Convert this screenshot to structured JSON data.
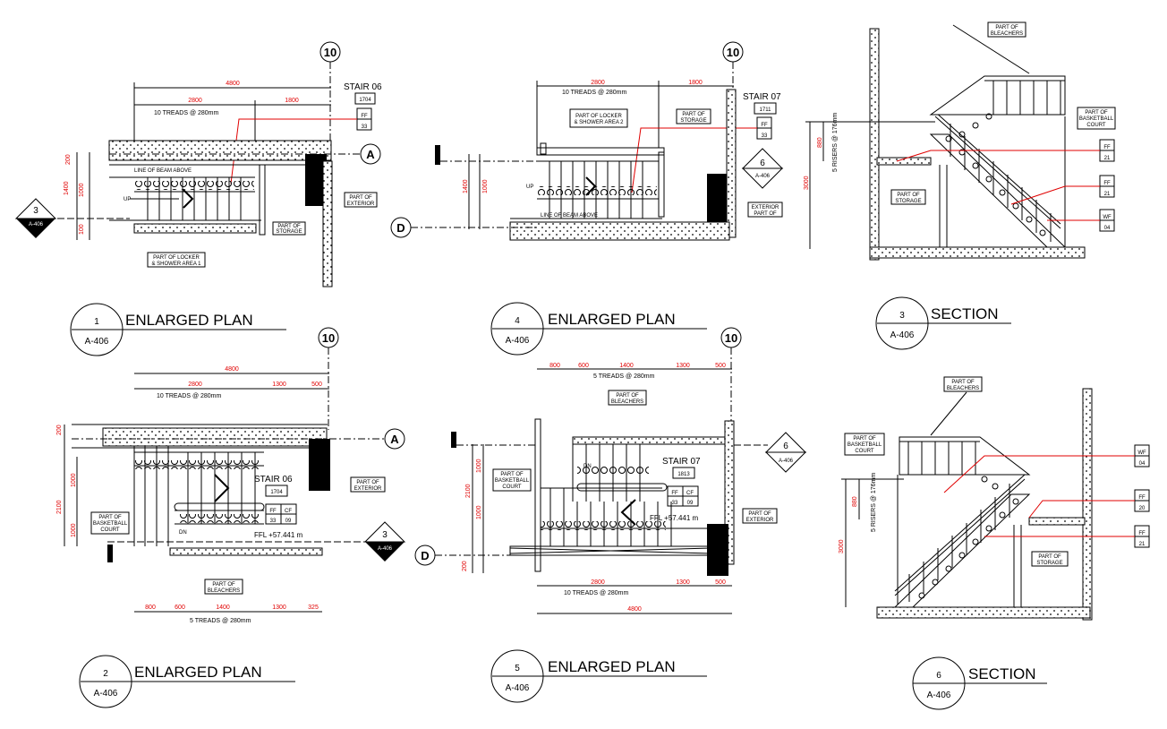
{
  "sheet": "A-406",
  "grid_markers": {
    "col_10": "10",
    "row_a": "A",
    "row_d": "D"
  },
  "panels": [
    {
      "id": "p1",
      "number": "1",
      "sheet": "A-406",
      "title": "ENLARGED PLAN"
    },
    {
      "id": "p4",
      "number": "4",
      "sheet": "A-406",
      "title": "ENLARGED PLAN"
    },
    {
      "id": "p3",
      "number": "3",
      "sheet": "A-406",
      "title": "SECTION"
    },
    {
      "id": "p2",
      "number": "2",
      "sheet": "A-406",
      "title": "ENLARGED PLAN"
    },
    {
      "id": "p5",
      "number": "5",
      "sheet": "A-406",
      "title": "ENLARGED PLAN"
    },
    {
      "id": "p6",
      "number": "6",
      "sheet": "A-406",
      "title": "SECTION"
    }
  ],
  "section_markers": [
    {
      "number": "3",
      "sheet": "A-406"
    },
    {
      "number": "6",
      "sheet": "A-406"
    }
  ],
  "stairs": {
    "stair06": {
      "name": "STAIR 06",
      "code": "1704"
    },
    "stair07": {
      "name": "STAIR 07",
      "code": "1711"
    },
    "stair07b": {
      "name": "STAIR 07",
      "code": "1813"
    }
  },
  "finish_tags": {
    "ff33": {
      "top": "FF",
      "bottom": "33"
    },
    "cf09": {
      "top": "CF",
      "bottom": "09"
    },
    "ff21": {
      "top": "FF",
      "bottom": "21"
    },
    "wf04": {
      "top": "WF",
      "bottom": "04"
    },
    "ff20": {
      "top": "FF",
      "bottom": "20"
    }
  },
  "dims": {
    "d4800": "4800",
    "d2800": "2800",
    "d1800": "1800",
    "d1300": "1300",
    "d500": "500",
    "d800": "800",
    "d600": "600",
    "d1400": "1400",
    "d325": "325",
    "d200": "200",
    "d1000": "1000",
    "d2100": "2100",
    "d100": "100",
    "d3000": "3000",
    "d880": "880"
  },
  "notes": {
    "treads10": "10 TREADS @ 280mm",
    "treads5": "5 TREADS @ 280mm",
    "risers": "5 RISERS @ 176mm",
    "beam": "LINE OF BEAM ABOVE",
    "up": "UP",
    "dn": "DN",
    "ffl": "FFL +57.441 m",
    "locker1a": "PART OF LOCKER",
    "locker1b": "& SHOWER AREA 1",
    "locker2b": "& SHOWER AREA 2",
    "storage_a": "PART OF",
    "storage_b": "STORAGE",
    "exterior_b": "EXTERIOR",
    "exterior_alt": "EXTERIOR",
    "exterior_alt2": "PART OF",
    "bleachers_b": "BLEACHERS",
    "court_a": "PART OF",
    "court_b": "BASKETBALL",
    "court_c": "COURT"
  }
}
